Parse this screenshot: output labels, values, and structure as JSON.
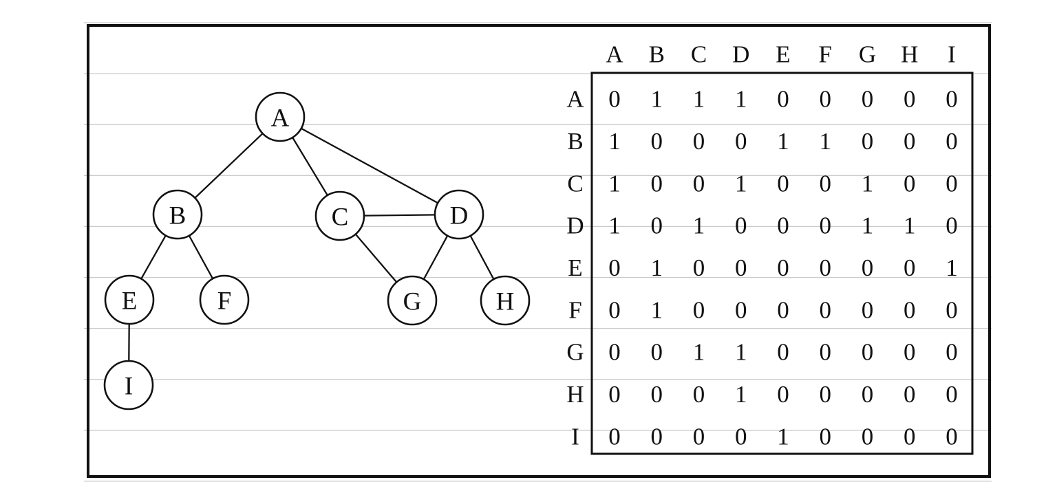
{
  "graph": {
    "nodes": [
      {
        "id": "A"
      },
      {
        "id": "B"
      },
      {
        "id": "C"
      },
      {
        "id": "D"
      },
      {
        "id": "E"
      },
      {
        "id": "F"
      },
      {
        "id": "G"
      },
      {
        "id": "H"
      },
      {
        "id": "I"
      }
    ],
    "edges": [
      [
        "A",
        "B"
      ],
      [
        "A",
        "C"
      ],
      [
        "A",
        "D"
      ],
      [
        "B",
        "E"
      ],
      [
        "B",
        "F"
      ],
      [
        "C",
        "D"
      ],
      [
        "C",
        "G"
      ],
      [
        "D",
        "G"
      ],
      [
        "D",
        "H"
      ],
      [
        "E",
        "I"
      ]
    ]
  },
  "matrix": {
    "col_labels": [
      "A",
      "B",
      "C",
      "D",
      "E",
      "F",
      "G",
      "H",
      "I"
    ],
    "rows": [
      {
        "label": "A",
        "values": [
          "0",
          "1",
          "1",
          "1",
          "0",
          "0",
          "0",
          "0",
          "0"
        ]
      },
      {
        "label": "B",
        "values": [
          "1",
          "0",
          "0",
          "0",
          "1",
          "1",
          "0",
          "0",
          "0"
        ]
      },
      {
        "label": "C",
        "values": [
          "1",
          "0",
          "0",
          "1",
          "0",
          "0",
          "1",
          "0",
          "0"
        ]
      },
      {
        "label": "D",
        "values": [
          "1",
          "0",
          "1",
          "0",
          "0",
          "0",
          "1",
          "1",
          "0"
        ]
      },
      {
        "label": "E",
        "values": [
          "0",
          "1",
          "0",
          "0",
          "0",
          "0",
          "0",
          "0",
          "1"
        ]
      },
      {
        "label": "F",
        "values": [
          "0",
          "1",
          "0",
          "0",
          "0",
          "0",
          "0",
          "0",
          "0"
        ]
      },
      {
        "label": "G",
        "values": [
          "0",
          "0",
          "1",
          "1",
          "0",
          "0",
          "0",
          "0",
          "0"
        ]
      },
      {
        "label": "H",
        "values": [
          "0",
          "0",
          "0",
          "1",
          "0",
          "0",
          "0",
          "0",
          "0"
        ]
      },
      {
        "label": "I",
        "values": [
          "0",
          "0",
          "0",
          "0",
          "1",
          "0",
          "0",
          "0",
          "0"
        ]
      }
    ]
  },
  "colors": {
    "ink": "#111111",
    "ruled_line": "#cbcbcb",
    "background": "#ffffff"
  }
}
